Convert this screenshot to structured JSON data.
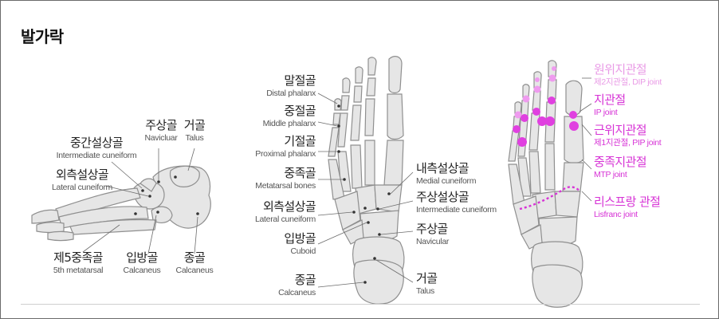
{
  "title": "발가락",
  "colors": {
    "bone_fill": "#e6e6e6",
    "bone_stroke": "#8f8f8f",
    "joint_strong": "#e040e0",
    "joint_light": "#ef9bef",
    "lisfranc_line": "#d733d6"
  },
  "side_view": {
    "labels": [
      {
        "ko": "주상골",
        "en": "Navicluar"
      },
      {
        "ko": "거골",
        "en": "Talus"
      },
      {
        "ko": "중간설상골",
        "en": "Intermediate cuneiform"
      },
      {
        "ko": "외측설상골",
        "en": "Lateral cuneiform"
      },
      {
        "ko": "제5중족골",
        "en": "5th metatarsal"
      },
      {
        "ko": "입방골",
        "en": "Calcaneus"
      },
      {
        "ko": "종골",
        "en": "Calcaneus"
      }
    ]
  },
  "top_view": {
    "labels_left": [
      {
        "ko": "말절골",
        "en": "Distal phalanx"
      },
      {
        "ko": "중절골",
        "en": "Middle phalanx"
      },
      {
        "ko": "기절골",
        "en": "Proximal phalanx"
      },
      {
        "ko": "중족골",
        "en": "Metatarsal bones"
      },
      {
        "ko": "외측설상골",
        "en": "Lateral cuneiform"
      },
      {
        "ko": "입방골",
        "en": "Cuboid"
      },
      {
        "ko": "종골",
        "en": "Calcaneus"
      }
    ],
    "labels_right": [
      {
        "ko": "내측설상골",
        "en": "Medial cuneiform"
      },
      {
        "ko": "주상설상골",
        "en": "Intermediate cuneiform"
      },
      {
        "ko": "주상골",
        "en": "Navicular"
      },
      {
        "ko": "거골",
        "en": "Talus"
      }
    ]
  },
  "joint_view": {
    "labels": [
      {
        "ko": "원위지관절",
        "en": "제2지관절, DIP joint",
        "tone": "light"
      },
      {
        "ko": "지관절",
        "en": "IP joint",
        "tone": "strong"
      },
      {
        "ko": "근위지관절",
        "en": "제1지관절, PIP joint",
        "tone": "strong"
      },
      {
        "ko": "중족지관절",
        "en": "MTP joint",
        "tone": "strong"
      },
      {
        "ko": "리스프랑 관절",
        "en": "Lisfranc joint",
        "tone": "strong"
      }
    ]
  }
}
